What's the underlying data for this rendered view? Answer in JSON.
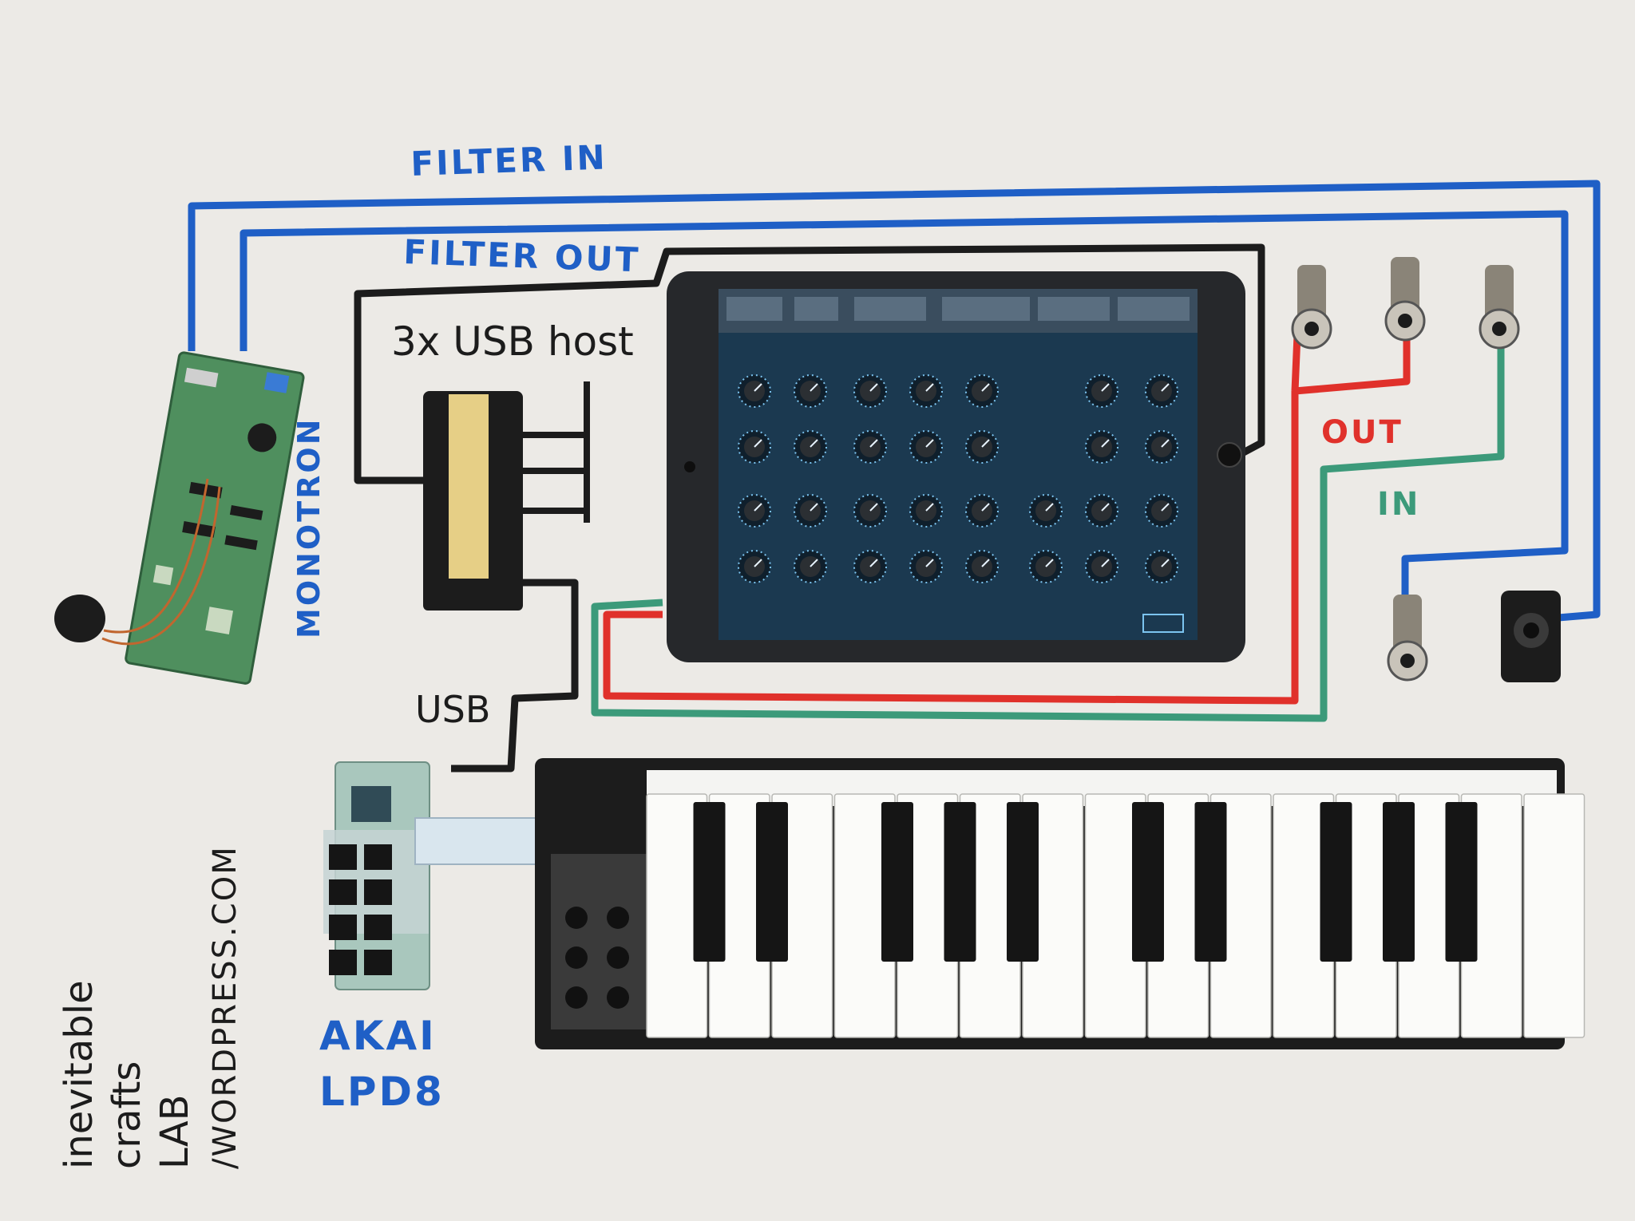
{
  "labels": {
    "filter_in": "FILTER IN",
    "filter_out": "FILTER OUT",
    "usb_host": "3x USB host",
    "usb": "USB",
    "monotron": "MONOTRON",
    "out": "OUT",
    "in": "IN",
    "akai_line1": "AKAI",
    "akai_line2": "LPD8",
    "credit_line1": "inevitable",
    "credit_line2": "crafts",
    "credit_line3": "LAB",
    "credit_line4": "/WORDPRESS.COM"
  },
  "colors": {
    "background": "#eceae6",
    "blue_wire": "#1f5fc6",
    "black_wire": "#1c1c1c",
    "red_wire": "#e0312b",
    "green_wire": "#3c9a7a",
    "label_blue": "#1f5fc6",
    "label_red": "#e0312b",
    "label_green": "#3c9a7a",
    "label_black": "#1c1c1c",
    "pcb_green": "#4f8f5e",
    "tablet_frame": "#26282b",
    "screen": "#1b3950"
  },
  "icons": {
    "usb_hub": "usb-hub-icon",
    "monotron_board": "circuit-board-icon",
    "tablet": "tablet-icon",
    "jack": "audio-jack-icon",
    "keyboard": "piano-keyboard-icon",
    "pad_controller": "pad-controller-icon"
  }
}
